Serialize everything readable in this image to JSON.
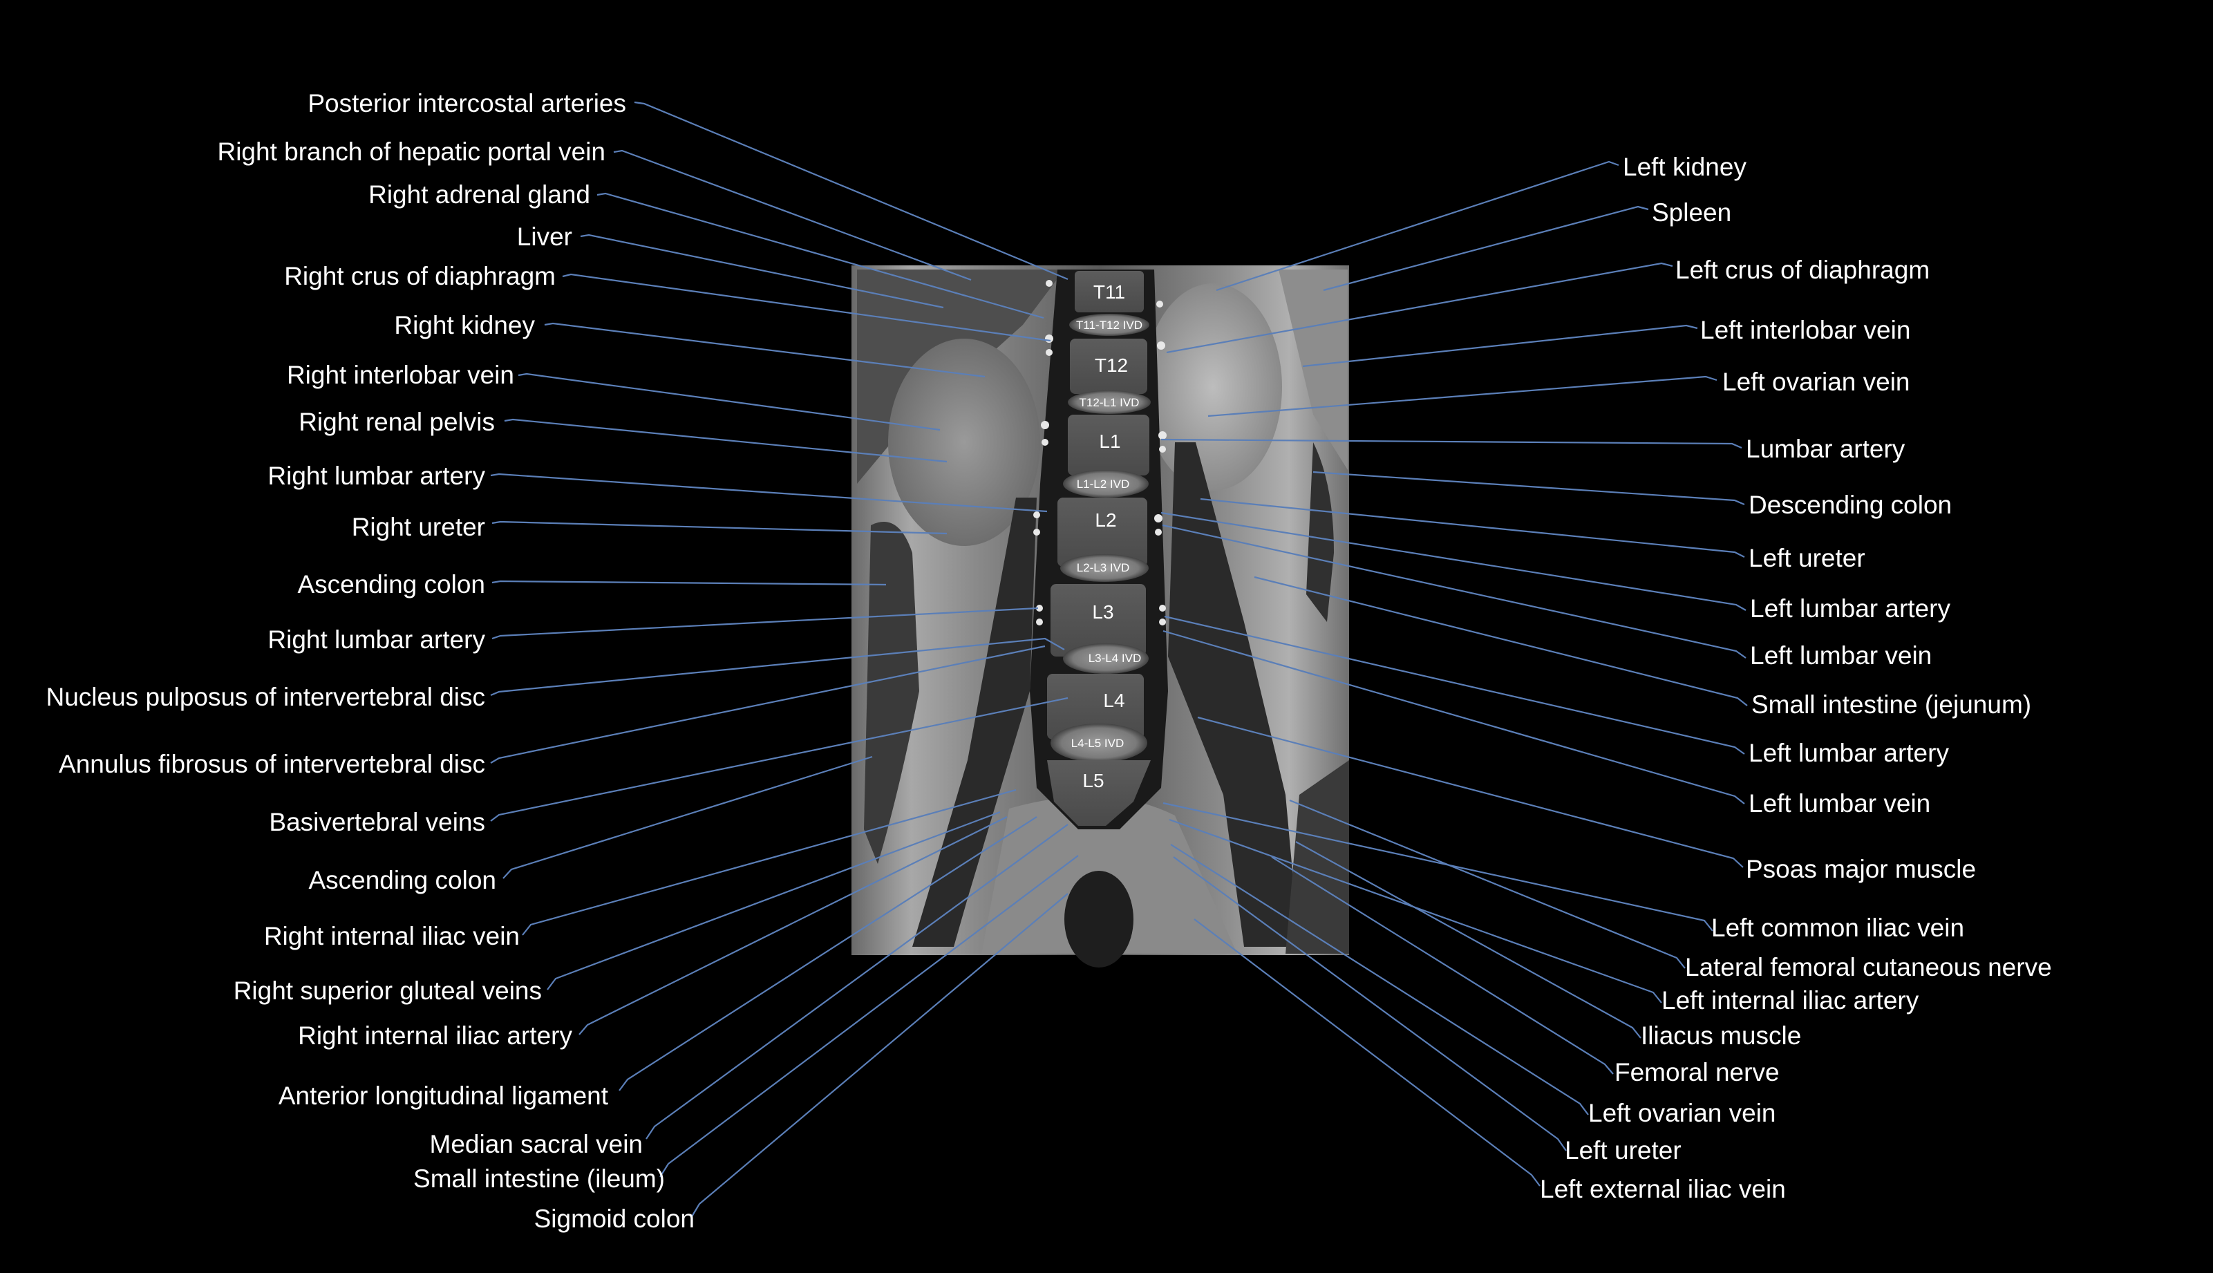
{
  "image": {
    "description": "Coronal T2 MRI of lumbar spine with anatomical labels",
    "background_color": "#000000",
    "leader_color": "#5b7fb8",
    "label_color": "#ffffff"
  },
  "vertebrae": [
    {
      "id": "t11",
      "label": "T11"
    },
    {
      "id": "t11t12",
      "label": "T11-T12 IVD"
    },
    {
      "id": "t12",
      "label": "T12"
    },
    {
      "id": "t12l1",
      "label": "T12-L1 IVD"
    },
    {
      "id": "l1",
      "label": "L1"
    },
    {
      "id": "l1l2",
      "label": "L1-L2 IVD"
    },
    {
      "id": "l2",
      "label": "L2"
    },
    {
      "id": "l2l3",
      "label": "L2-L3 IVD"
    },
    {
      "id": "l3",
      "label": "L3"
    },
    {
      "id": "l3l4",
      "label": "L3-L4 IVD"
    },
    {
      "id": "l4",
      "label": "L4"
    },
    {
      "id": "l4l5",
      "label": "L4-L5 IVD"
    },
    {
      "id": "l5",
      "label": "L5"
    }
  ],
  "labels_left": [
    {
      "text": "Posterior intercostal arteries"
    },
    {
      "text": "Right branch of hepatic portal vein"
    },
    {
      "text": "Right adrenal gland"
    },
    {
      "text": "Liver"
    },
    {
      "text": "Right crus of diaphragm"
    },
    {
      "text": "Right kidney"
    },
    {
      "text": "Right interlobar vein"
    },
    {
      "text": "Right renal pelvis"
    },
    {
      "text": "Right lumbar artery"
    },
    {
      "text": "Right ureter"
    },
    {
      "text": "Ascending colon"
    },
    {
      "text": "Right lumbar artery"
    },
    {
      "text": "Nucleus pulposus of intervertebral disc"
    },
    {
      "text": "Annulus fibrosus of intervertebral disc"
    },
    {
      "text": "Basivertebral veins"
    },
    {
      "text": "Ascending colon"
    },
    {
      "text": "Right internal iliac vein"
    },
    {
      "text": "Right superior gluteal veins"
    },
    {
      "text": "Right internal iliac artery"
    },
    {
      "text": "Anterior longitudinal ligament"
    },
    {
      "text": "Median sacral vein"
    },
    {
      "text": "Small intestine (ileum)"
    },
    {
      "text": "Sigmoid colon"
    }
  ],
  "labels_right": [
    {
      "text": "Left kidney"
    },
    {
      "text": "Spleen"
    },
    {
      "text": "Left crus of diaphragm"
    },
    {
      "text": "Left interlobar vein"
    },
    {
      "text": "Left ovarian vein"
    },
    {
      "text": "Lumbar artery"
    },
    {
      "text": "Descending colon"
    },
    {
      "text": "Left ureter"
    },
    {
      "text": "Left lumbar artery"
    },
    {
      "text": "Left lumbar vein"
    },
    {
      "text": "Small intestine (jejunum)"
    },
    {
      "text": "Left lumbar artery"
    },
    {
      "text": "Left lumbar vein"
    },
    {
      "text": "Psoas major muscle"
    },
    {
      "text": "Left common iliac vein"
    },
    {
      "text": "Lateral femoral cutaneous nerve"
    },
    {
      "text": "Left internal iliac artery"
    },
    {
      "text": "Iliacus muscle"
    },
    {
      "text": "Femoral nerve"
    },
    {
      "text": "Left ovarian vein"
    },
    {
      "text": "Left ureter"
    },
    {
      "text": "Left external iliac vein"
    }
  ]
}
